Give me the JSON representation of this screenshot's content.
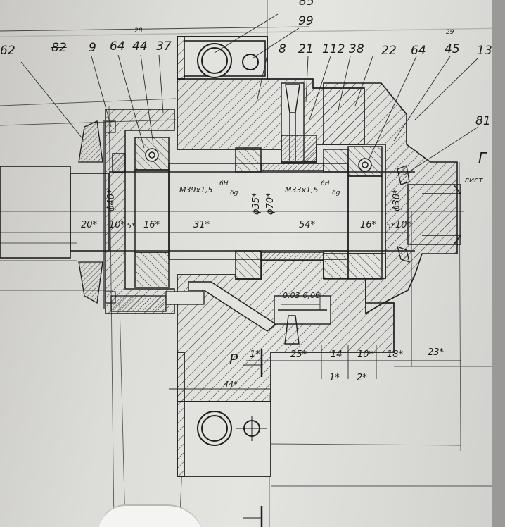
{
  "callouts": {
    "c85": "85",
    "c99": "99",
    "c62": "62",
    "c82": "82",
    "c9": "9",
    "c64a": "64",
    "c44": "44",
    "c28": "28",
    "c37": "37",
    "c8": "8",
    "c21": "21",
    "c112": "112",
    "c38": "38",
    "c22": "22",
    "c64b": "64",
    "c45": "45",
    "c29": "29",
    "c13": "13",
    "c81": "81"
  },
  "threads": {
    "left": "M39x1,5",
    "left_tol_top": "6H",
    "left_tol_bot": "6g",
    "right": "M33x1,5",
    "right_tol_top": "6H",
    "right_tol_bot": "6g"
  },
  "diameters": {
    "d40": "ϕ40*",
    "d35": "ϕ35*",
    "d70": "ϕ70*",
    "d30": "ϕ30*"
  },
  "dimensions": {
    "d20": "20*",
    "d10a": "10*",
    "d5a": "5*",
    "d16a": "16*",
    "d31": "31*",
    "d54": "54*",
    "d16b": "16*",
    "d5b": "5*",
    "d10b": "10*",
    "d25": "25*",
    "d14": "14",
    "d10c": "10*",
    "d18": "18*",
    "d23": "23*",
    "d1a": "1*",
    "d1b": "1*",
    "d2": "2*",
    "d44": "44*",
    "tolerance": "0,03-0,06"
  },
  "section_marks": {
    "p": "P",
    "g": "Г",
    "list": "лист"
  }
}
